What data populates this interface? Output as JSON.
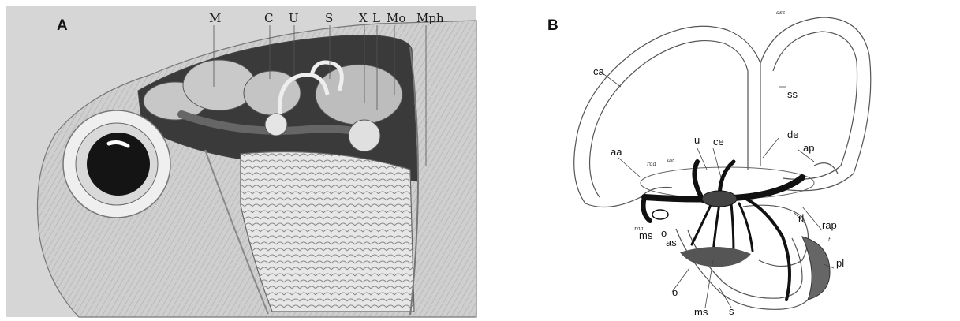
{
  "panel_a": {
    "letter": "A",
    "labels": [
      "M",
      "C",
      "U",
      "S",
      "X",
      "L",
      "Mo",
      "Mph"
    ]
  },
  "panel_b": {
    "letter": "B",
    "labels": [
      "ca",
      "ss",
      "de",
      "ap",
      "u",
      "ce",
      "aa",
      "ms",
      "o",
      "as",
      "rl",
      "rap",
      "pl",
      "o",
      "ms",
      "s"
    ],
    "tiny_labels": [
      "ass",
      "raa",
      "ae",
      "raa",
      "t"
    ]
  },
  "colors": {
    "background": "#ffffff",
    "photo_bg": "#d6d6d6",
    "ink": "#1a1a1a"
  }
}
